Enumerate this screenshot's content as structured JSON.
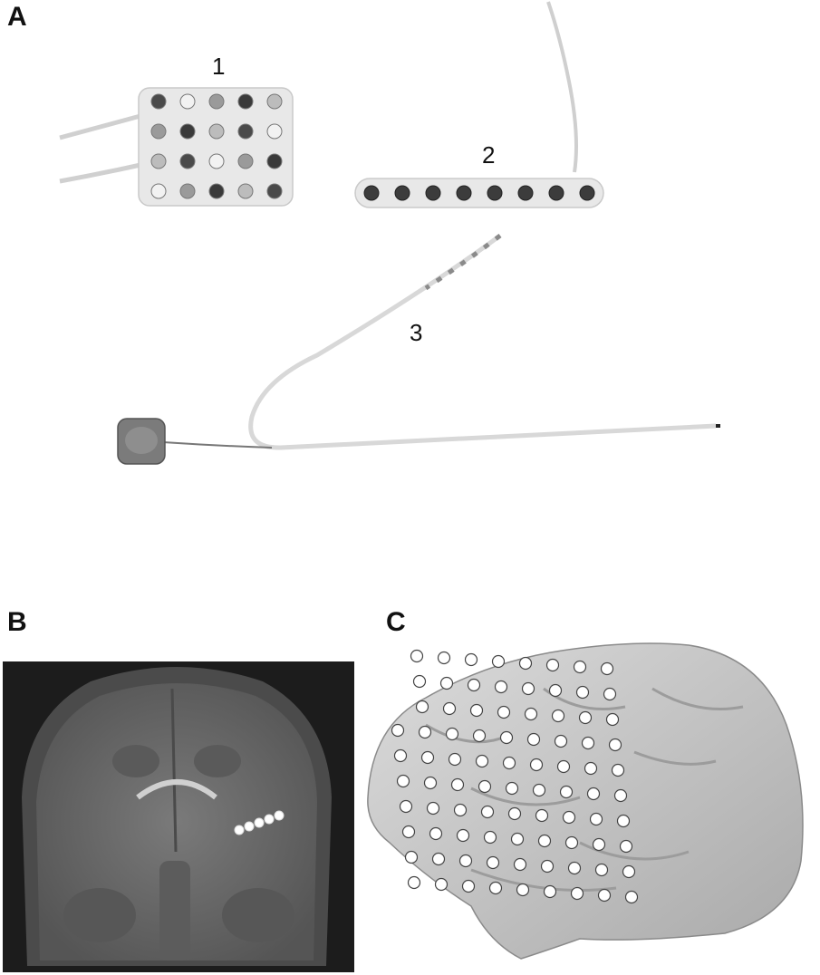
{
  "panels": {
    "a": {
      "label": "A"
    },
    "b": {
      "label": "B"
    },
    "c": {
      "label": "C"
    }
  },
  "electrodes": {
    "grid_label": "1",
    "strip_label": "2",
    "depth_label": "3"
  },
  "colors": {
    "background": "#ffffff",
    "silicone": "#e6e6e6",
    "contact_dark": "#3a3a3a",
    "mri_gray": "#6a6a6a",
    "brain_surface": "#cfcfcf"
  }
}
